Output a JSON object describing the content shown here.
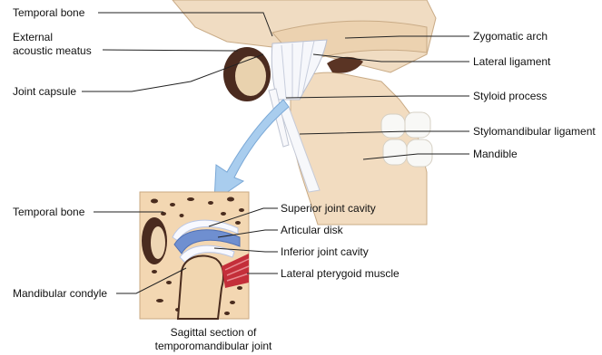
{
  "labels": {
    "temporal_bone_top": "Temporal bone",
    "external_meatus_line1": "External",
    "external_meatus_line2": "acoustic meatus",
    "joint_capsule": "Joint capsule",
    "zygomatic_arch": "Zygomatic arch",
    "lateral_ligament": "Lateral ligament",
    "styloid_process": "Styloid process",
    "stylomandibular_ligament": "Stylomandibular ligament",
    "mandible": "Mandible",
    "temporal_bone_section": "Temporal bone",
    "superior_joint_cavity": "Superior joint cavity",
    "articular_disk": "Articular disk",
    "inferior_joint_cavity": "Inferior joint cavity",
    "lateral_pterygoid_muscle": "Lateral pterygoid muscle",
    "mandibular_condyle": "Mandibular condyle"
  },
  "caption": {
    "line1": "Sagittal section of",
    "line2": "temporomandibular joint"
  },
  "colors": {
    "bone": "#f1dcc0",
    "bone_shadow": "#d9bf9a",
    "cavity_dark": "#4a2a20",
    "ligament": "#f4f6fb",
    "disk": "#6f8fd0",
    "arrow": "#9cc4e8",
    "muscle": "#c4303a",
    "section_bg": "#f3d9b6"
  }
}
